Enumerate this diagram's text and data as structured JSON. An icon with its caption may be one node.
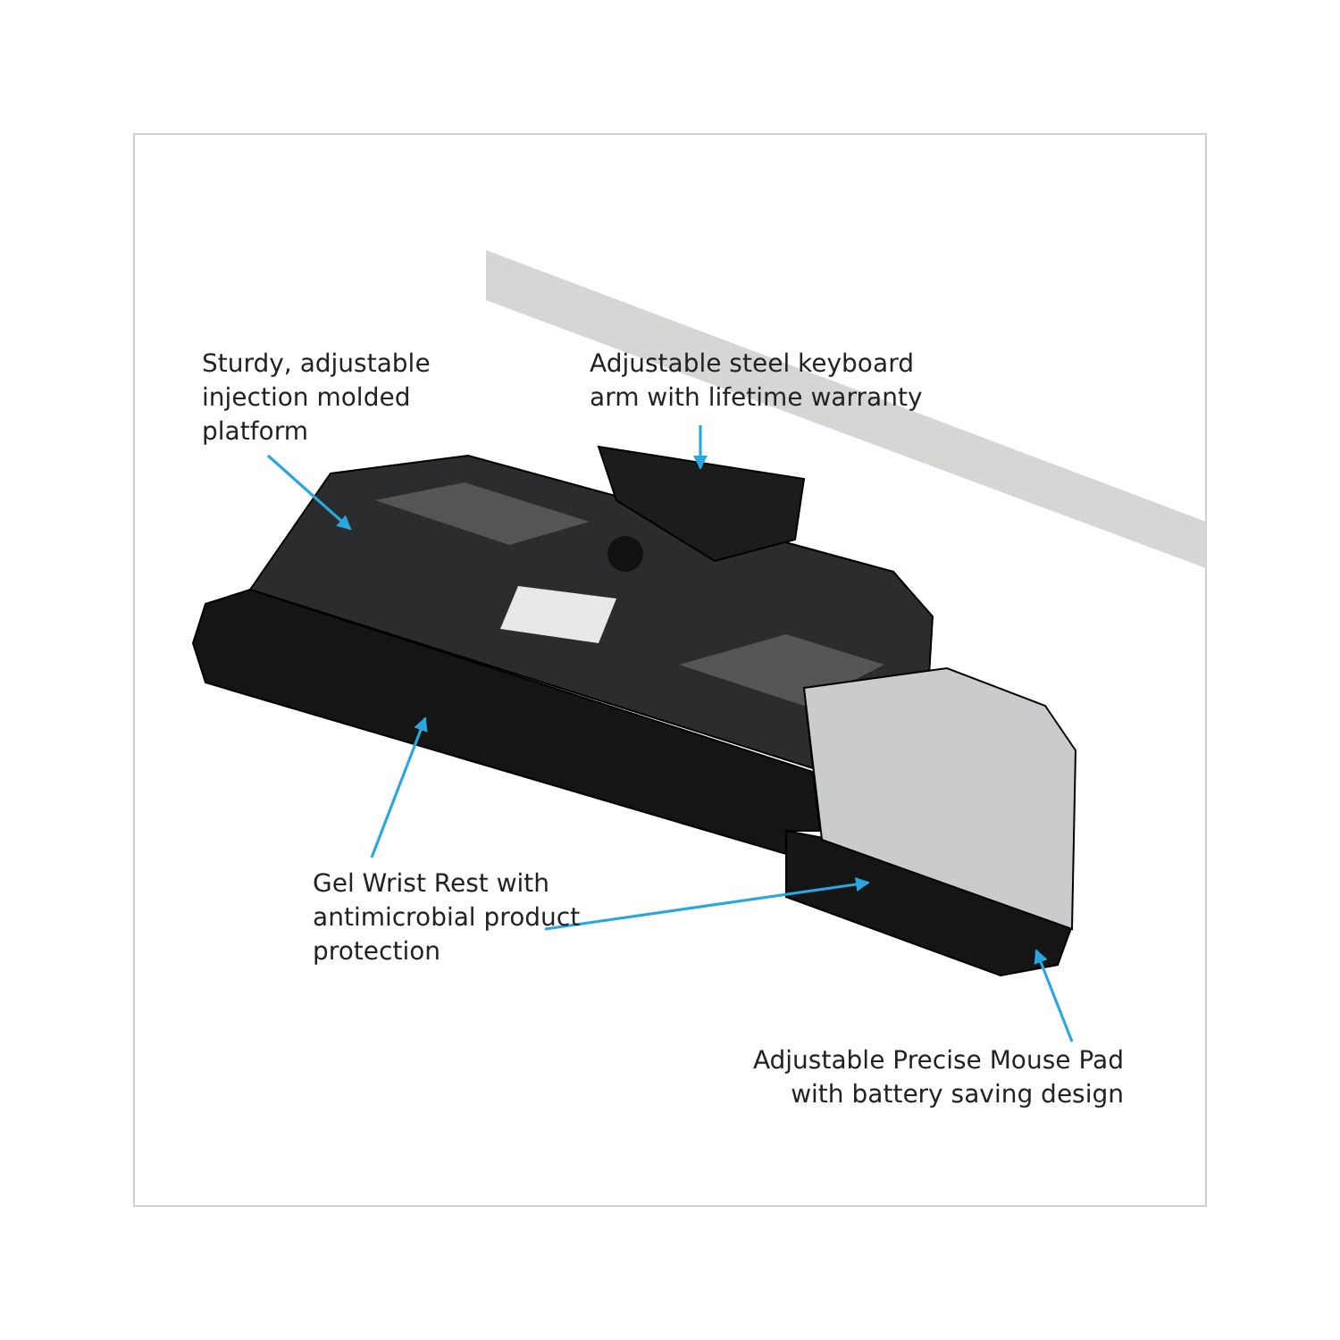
{
  "diagram": {
    "nodes": [
      {
        "text": [
          "Sturdy, adjustable injection molded platform"
        ]
      },
      {
        "text": [
          "Adjustable steel keyboard arm with lifetime warranty"
        ]
      },
      {
        "text": [
          "Gel Wrist Rest with antimicrobial product protection"
        ]
      },
      {
        "text": [
          "Adjustable Precise Mouse Pad with battery saving design"
        ]
      },
      {
        "text": [],
        "shape": "picture"
      },
      {
        "text": [],
        "shape": "picture"
      },
      {
        "text": [],
        "shape": "picture"
      },
      {
        "text": [],
        "shape": "picture"
      },
      {
        "text": [],
        "shape": "picture"
      }
    ],
    "edges": [
      {
        "from": 0,
        "to": 4,
        "arrow": "to"
      },
      {
        "from": 1,
        "to": 5,
        "arrow": "to"
      },
      {
        "from": 2,
        "to": 6,
        "arrow": "to"
      },
      {
        "from": 2,
        "to": 7,
        "arrow": "to"
      },
      {
        "from": 3,
        "to": 8,
        "arrow": "to"
      }
    ]
  }
}
